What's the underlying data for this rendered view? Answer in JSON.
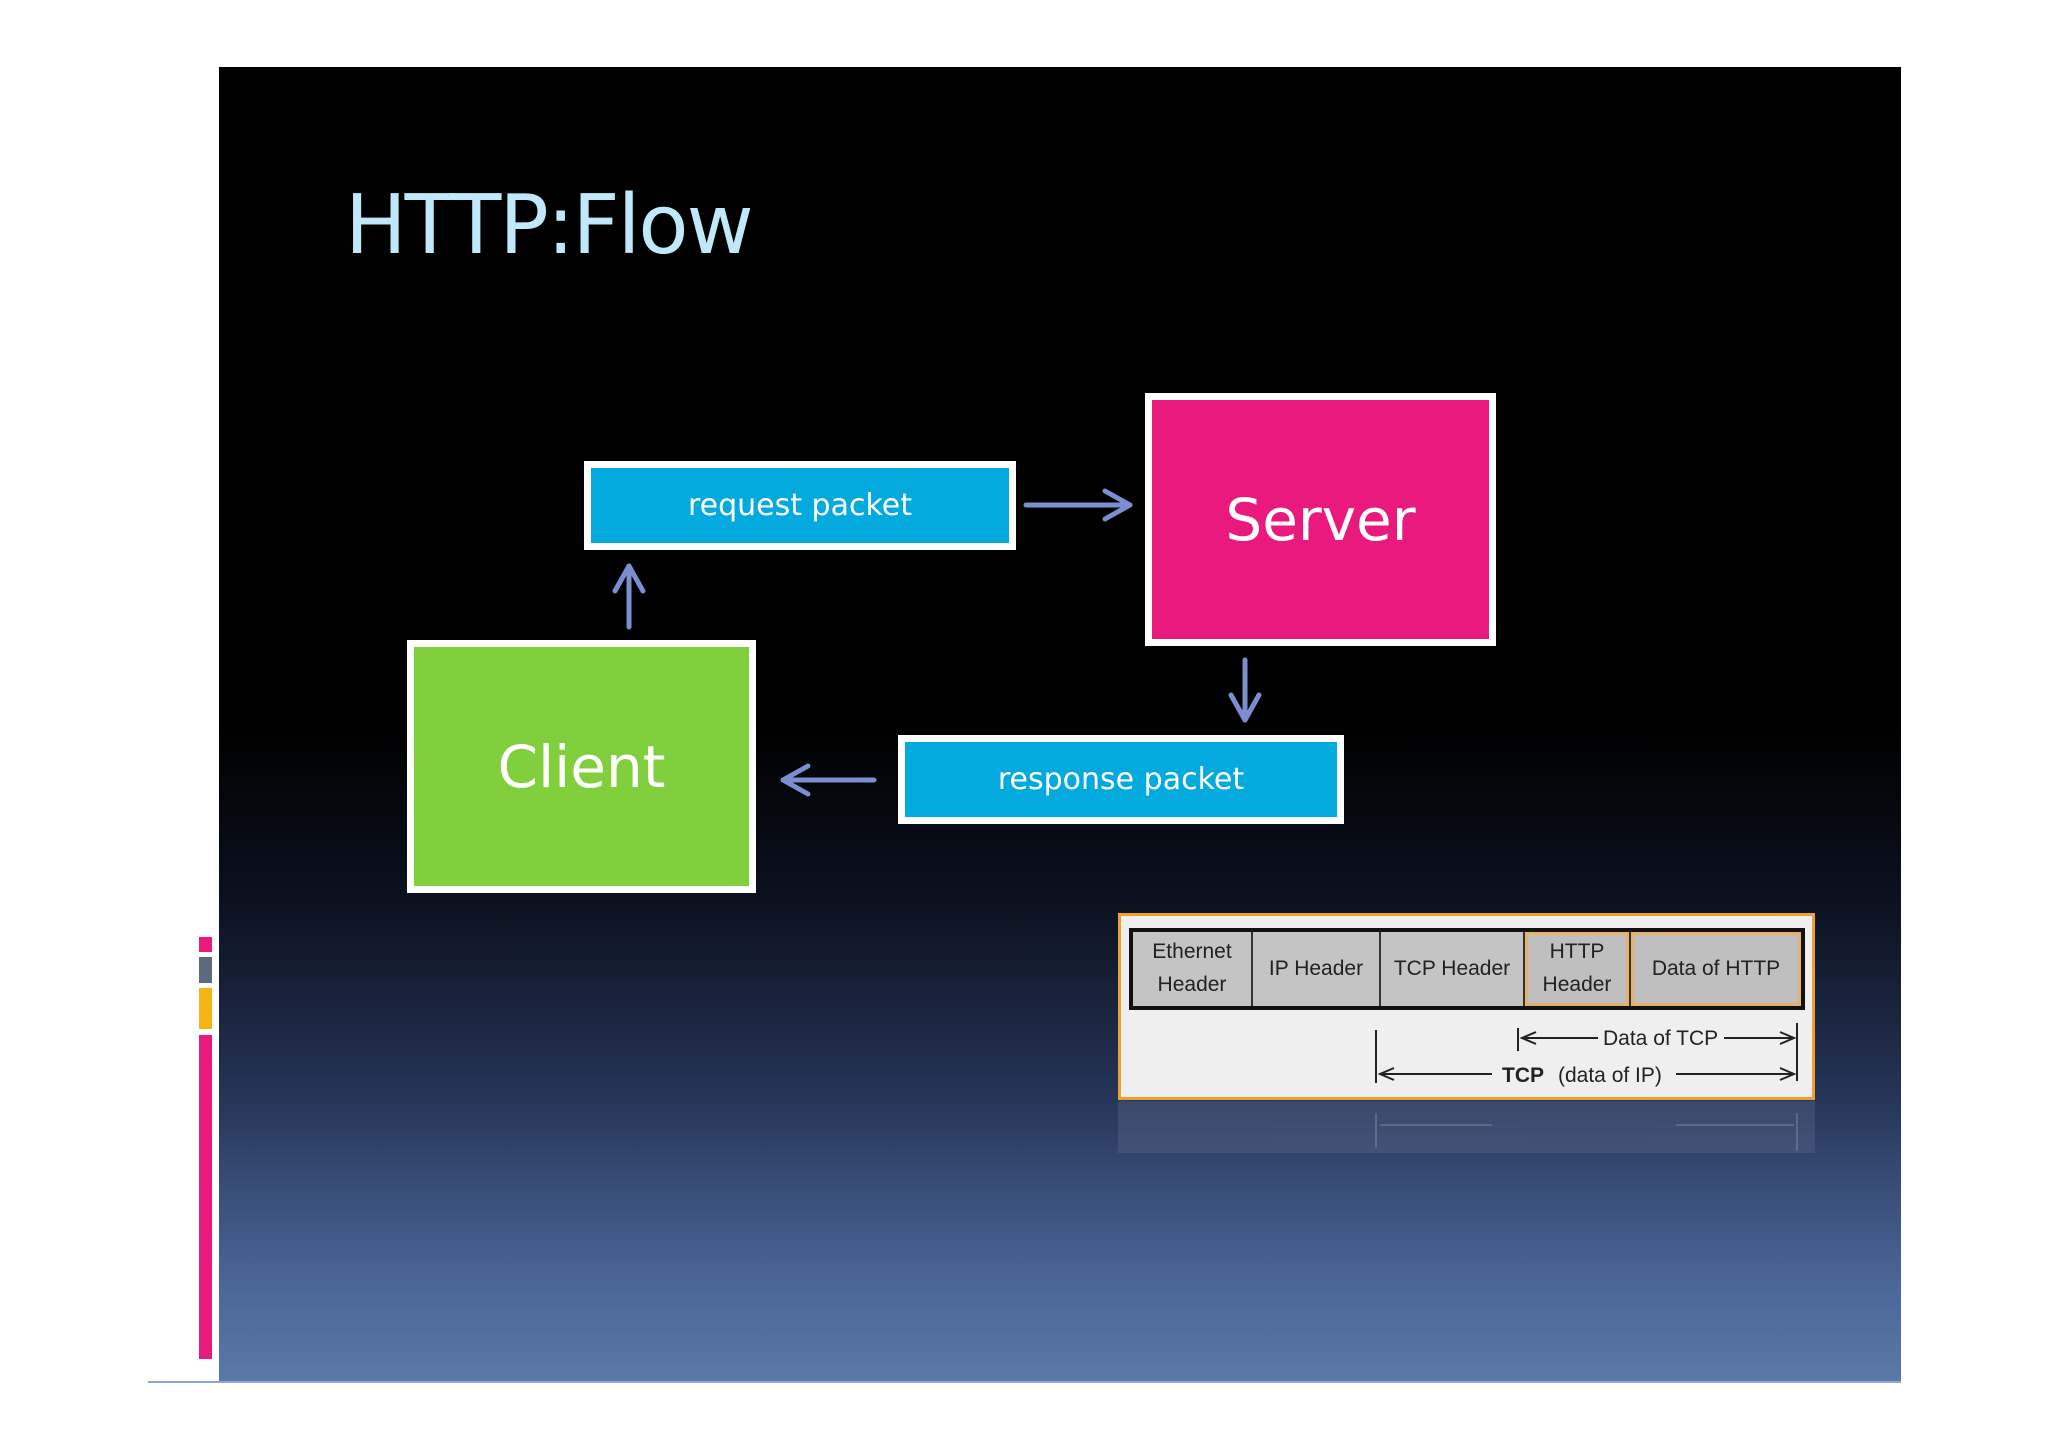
{
  "slide": {
    "title": "HTTP:Flow"
  },
  "diagram": {
    "server_label": "Server",
    "client_label": "Client",
    "request_label": "request packet",
    "response_label": "response packet"
  },
  "packet": {
    "cells": [
      "Ethernet\nHeader",
      "IP Header",
      "TCP Header",
      "HTTP\nHeader",
      "Data of HTTP"
    ],
    "data_of_tcp_label": "Data of TCP",
    "tcp_label": "TCP",
    "tcp_sub_label": "(data of IP)"
  },
  "colors": {
    "server": "#e9197e",
    "client": "#82cf3e",
    "packet_box": "#04aade",
    "arrow": "#7b8fd0",
    "title": "#bfe9fb",
    "frame": "#f0a030"
  }
}
